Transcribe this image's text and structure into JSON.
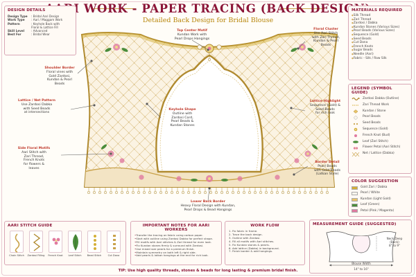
{
  "header": {
    "title": "AARI WORK - PAPER TRACING (BACK DESIGN)",
    "subtitle": "Detailed Back Design for Bridal Blouse"
  },
  "design_details": {
    "title": "DESIGN DETAILS",
    "rows": [
      {
        "key": "Design Type",
        "value": ": Bridal Aari Design"
      },
      {
        "key": "Work Type",
        "value": ": Aari / Maggam Work"
      },
      {
        "key": "Pattern",
        "value": ": Keyhole Back with"
      },
      {
        "key": "",
        "value": "  Floral & Lattice Fill"
      },
      {
        "key": "Skill Level",
        "value": ": Advanced"
      },
      {
        "key": "Best For",
        "value": ": Bridal Wear"
      }
    ]
  },
  "materials": {
    "title": "MATERIALS REQUIRED",
    "items": [
      "Silk Thread",
      "Zari Thread",
      "Zardosi / Dabka",
      "Kundan Stones (Various Sizes)",
      "Pearl Beads (Various Sizes)",
      "Sequence (Gold)",
      "Seed Beads",
      "Cut Dana",
      "French Knots",
      "Sugar Beads",
      "Needle (Aari)",
      "Fabric - Silk / Raw Silk"
    ]
  },
  "legend": {
    "title": "LEGEND (SYMBOL GUIDE)",
    "items": [
      {
        "label": "Zardosi Dabka (Outline)",
        "icon": "dabka-outline-icon"
      },
      {
        "label": "Zari Thread Work",
        "icon": "zari-thread-icon"
      },
      {
        "label": "Kundan / Stone",
        "icon": "kundan-stone-icon"
      },
      {
        "label": "Pearl Beads",
        "icon": "pearl-bead-icon"
      },
      {
        "label": "Seed Beads",
        "icon": "seed-bead-icon"
      },
      {
        "label": "Sequence (Gold)",
        "icon": "sequence-icon"
      },
      {
        "label": "French Knot (Bud)",
        "icon": "french-knot-icon"
      },
      {
        "label": "Leaf (Zari Stitch)",
        "icon": "leaf-icon"
      },
      {
        "label": "Flower Petal (Aari Stitch)",
        "icon": "flower-petal-icon"
      },
      {
        "label": "Net / Lattice (Dabka)",
        "icon": "lattice-icon"
      }
    ]
  },
  "colors": {
    "title": "COLOR SUGGESTION",
    "items": [
      {
        "label": "Gold Zari / Dabka",
        "hex": "#d4af37"
      },
      {
        "label": "Pearl / White",
        "hex": "#f8f5ec"
      },
      {
        "label": "Kundan (Light Gold)",
        "hex": "#e9c46a"
      },
      {
        "label": "Leaf (Green)",
        "hex": "#4a8c3a"
      },
      {
        "label": "Petal (Pink / Magenta)",
        "hex": "#e07aa0"
      }
    ]
  },
  "callouts": {
    "top_center": {
      "head": "Top Center Motif",
      "body": [
        "Kundan Work with",
        "Pearl Drops Hangings"
      ]
    },
    "shoulder": {
      "head": "Shoulder Border",
      "body": [
        "Floral vines with",
        "Gold Zardosi,",
        "Kundan & Pearl",
        "Beads"
      ]
    },
    "floral_cluster": {
      "head": "Floral Cluster",
      "body": [
        "Use Aari Stitch",
        "with Zari Thread,",
        "Kundan & Pearl",
        "Beads"
      ]
    },
    "lattice": {
      "head": "Lattice / Net Pattern",
      "body": [
        "Use Zardosi Dabka",
        "with Seed Beads",
        "at intersections"
      ]
    },
    "keyhole": {
      "head": "Keyhole Shape",
      "body": [
        "Outline with",
        "Zardosi Cord,",
        "Pearl Beads &",
        "Kundan Stones"
      ]
    },
    "lattice_highlight": {
      "head": "Lattice Highlight",
      "body": [
        "Sequence (Gold) &",
        "Seed Beads",
        "for rich look"
      ]
    },
    "side_floral": {
      "head": "Side Floral Motifs",
      "body": [
        "Aari Stitch with",
        "Zari Thread,",
        "French Knots",
        "for flowers &",
        "leaves"
      ]
    },
    "border_detail": {
      "head": "Border Detail",
      "body": [
        "Pearl Beads",
        "with Gold Beads",
        "(Latkan Style)"
      ]
    },
    "lower_border": {
      "head": "Lower Back Border",
      "body": [
        "Heavy Floral Design with Kundan,",
        "Pearl Drops & Bead Hangings"
      ]
    }
  },
  "stitch_guide": {
    "title": "AARI STITCH GUIDE",
    "items": [
      {
        "label": "Chain Stitch",
        "icon": "chain-stitch-icon"
      },
      {
        "label": "Zardosi Filling",
        "icon": "zardosi-filling-icon"
      },
      {
        "label": "French Knot",
        "icon": "french-knot-icon"
      },
      {
        "label": "Leaf Stitch",
        "icon": "leaf-stitch-icon"
      },
      {
        "label": "Bead Stitch",
        "icon": "bead-stitch-icon"
      },
      {
        "label": "Cut Dana",
        "icon": "cut-dana-icon"
      }
    ]
  },
  "notes": {
    "title": "IMPORTANT NOTES FOR AARI WORKERS",
    "items": [
      "Transfer the tracing on fabric using carbon paper.",
      "Start with outline using Zardosi Dabka for perfect shape.",
      "Fill motifs with Aari stitches & Zari thread for even look.",
      "Fix Kundan stones firmly & surround with Zardosi.",
      "Use mixed size pearls for a premium finish.",
      "Maintain symmetry on both left & right side.",
      "Add pearls & latkan hangings at the end for rich look."
    ]
  },
  "workflow": {
    "title": "WORK FLOW",
    "items": [
      "1. Fix fabric in frame.",
      "2. Trace the back design.",
      "3. Outline with Zardosi.",
      "4. Fill all motifs with Aari stitches.",
      "5. Fix Kundan stones & pearls.",
      "6. Add lattice (Dabka) in background.",
      "7. Finish border & add hangings."
    ]
  },
  "measurement": {
    "title": "MEASUREMENT GUIDE (SUGGESTED)",
    "neck_label": "Neck Deep",
    "neck_sub": "(Back)",
    "neck_value": "8\" to 9\"",
    "width_label": "Blouse Width",
    "width_value": "14\" to 16\""
  },
  "tip": "TIP: Use high quality threads, stones & beads for long lasting & premium bridal finish."
}
